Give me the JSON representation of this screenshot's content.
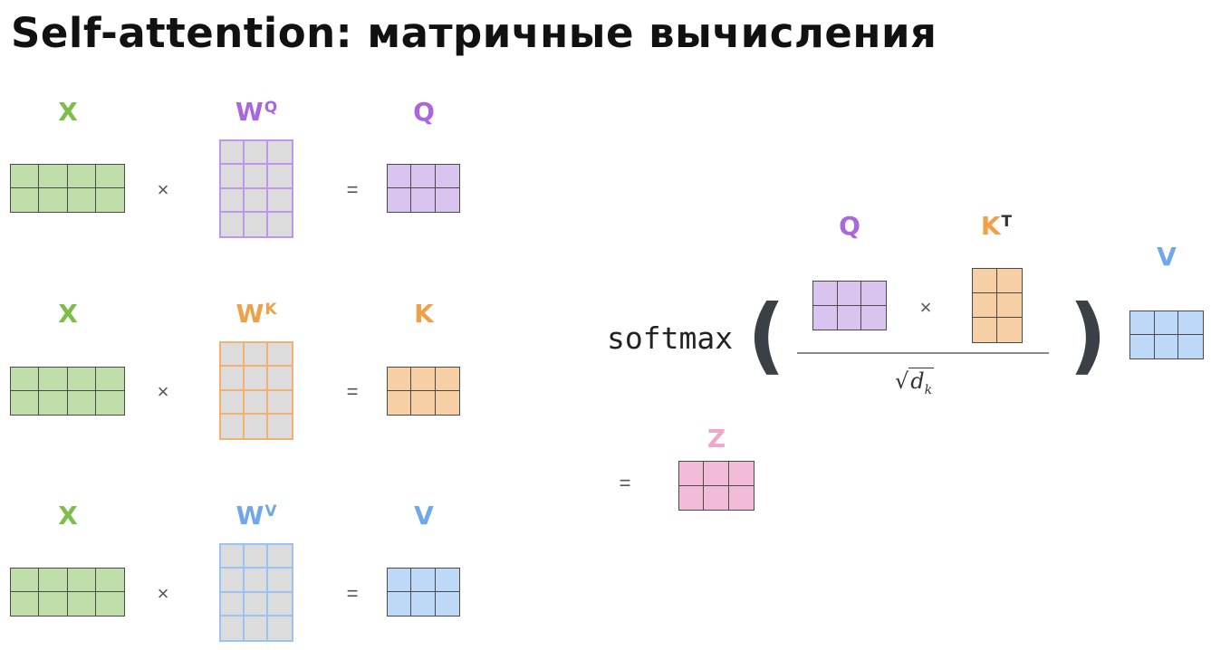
{
  "title": "Self-attention: матричные вычисления",
  "colors": {
    "x_fill": "#bfdea9",
    "x_border": "#3c3c3c",
    "q_fill": "#d9c4f0",
    "q_accent": "#a966dd",
    "k_fill": "#f6cfa4",
    "k_accent": "#f0a048",
    "v_fill": "#bed8f7",
    "v_accent": "#6fa8ea",
    "z_fill": "#f2bcd9",
    "z_accent": "#f0a6cf",
    "x_accent": "#7cbe49",
    "weight_fill": "#dcdcdc"
  },
  "rows": [
    {
      "input": "X",
      "weight": "W",
      "weight_sup": "Q",
      "output": "Q",
      "times": "×",
      "equals": "="
    },
    {
      "input": "X",
      "weight": "W",
      "weight_sup": "K",
      "output": "K",
      "times": "×",
      "equals": "="
    },
    {
      "input": "X",
      "weight": "W",
      "weight_sup": "V",
      "output": "V",
      "times": "×",
      "equals": "="
    }
  ],
  "formula": {
    "softmax": "softmax",
    "open_paren": "(",
    "close_paren": ")",
    "q_label": "Q",
    "k_label": "K",
    "k_sup": "T",
    "times": "×",
    "v_label": "V",
    "sqrt_symbol": "√",
    "sqrt_var": "d",
    "sqrt_sub": "k",
    "equals": "=",
    "z_label": "Z"
  }
}
